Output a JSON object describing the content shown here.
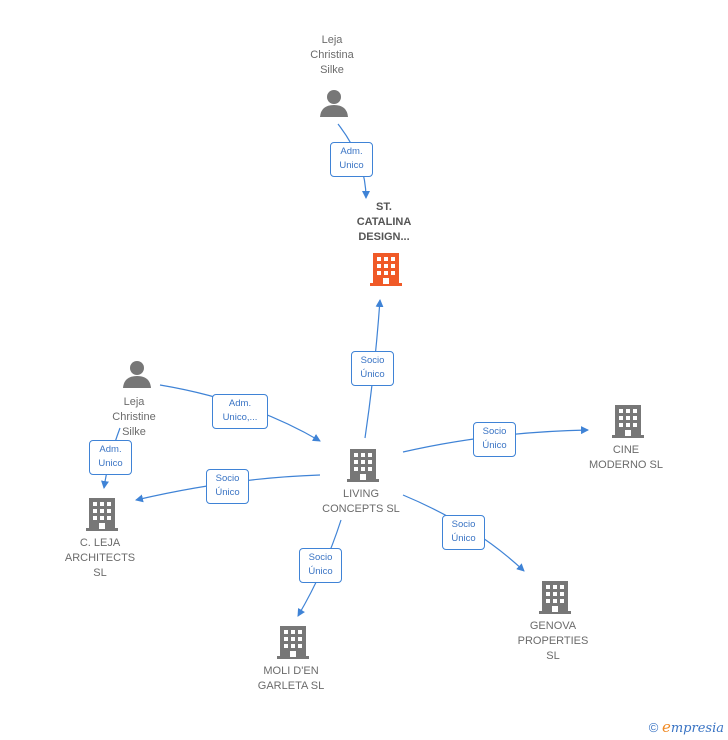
{
  "nodes": {
    "person_top": "Leja\nChristina\nSilke",
    "person_left": "Leja\nChristine\nSilke",
    "st_catalina": "ST.\nCATALINA\nDESIGN...",
    "living": "LIVING\nCONCEPTS  SL",
    "cine": "CINE\nMODERNO  SL",
    "cleja": "C.  LEJA\nARCHITECTS\nSL",
    "moli": "MOLI D'EN\nGARLETA  SL",
    "genova": "GENOVA\nPROPERTIES\nSL"
  },
  "edges": {
    "adm_top": "Adm.\nUnico",
    "socio_up": "Socio\nÚnico",
    "adm_mid": "Adm.\nUnico,...",
    "adm_left": "Adm.\nUnico",
    "socio_left": "Socio\nÚnico",
    "socio_cine": "Socio\nÚnico",
    "socio_moli": "Socio\nÚnico",
    "socio_genova": "Socio\nÚnico"
  },
  "footer": {
    "copyright": "©",
    "brand_first": "e",
    "brand_rest": "mpresia"
  },
  "colors": {
    "highlight": "#f05a28",
    "building": "#777777",
    "person": "#777777",
    "edge": "#3f83d6"
  }
}
